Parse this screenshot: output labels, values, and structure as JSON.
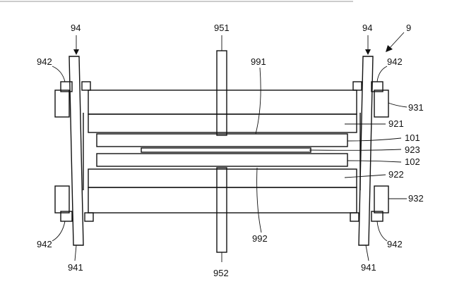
{
  "figure": {
    "labels": {
      "device": "9",
      "terminal_top": "951",
      "terminal_bottom": "952",
      "bolt_left": "94",
      "bolt_right": "94",
      "nut_top_left": "942",
      "nut_top_right": "942",
      "nut_bottom_left": "942",
      "nut_bottom_right": "942",
      "bolt_bottom_left": "941",
      "bolt_bottom_right": "941",
      "plate_top": "931",
      "plate_bottom": "932",
      "layer_top": "921",
      "layer_bottom": "922",
      "separator": "923",
      "electrode_top": "101",
      "electrode_bottom": "102",
      "coat_top": "991",
      "coat_bottom": "992"
    }
  }
}
